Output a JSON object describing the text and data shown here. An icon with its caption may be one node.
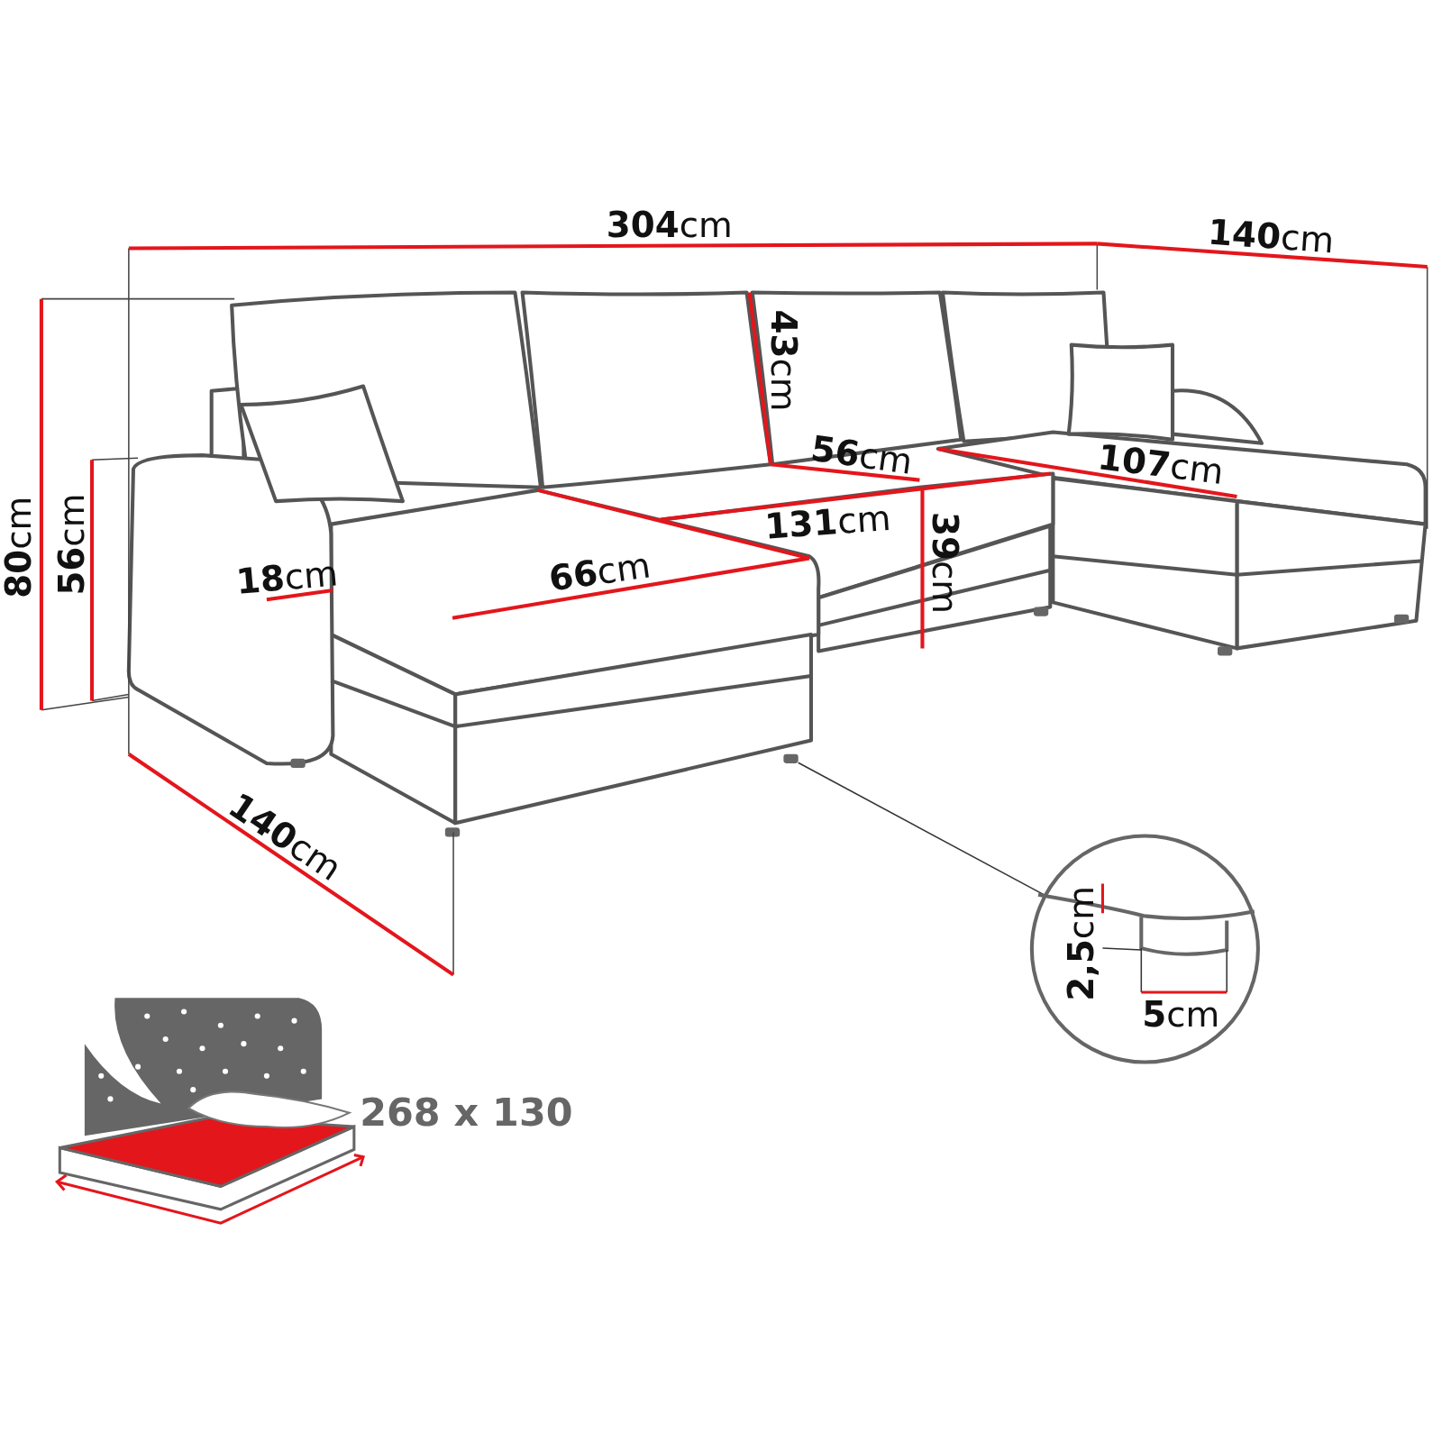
{
  "diagram": {
    "nodes": [
      {
        "text": [
          "**2,5**cm",
          "**5**cm"
        ]
      },
      {
        "text": [],
        "shape": "bar"
      }
    ],
    "edges": [
      {
        "from": 0,
        "to": 1,
        "arrow": "none"
      }
    ],
    "labels": [
      "**304**cm",
      "**140**cm",
      "**80**cm",
      "**56**cm",
      "**43**cm",
      "**56**cm",
      "**18**cm",
      "**107**cm",
      "**131**cm",
      "**66**cm",
      "**39**cm",
      "**140**cm",
      "268 x 130"
    ]
  }
}
